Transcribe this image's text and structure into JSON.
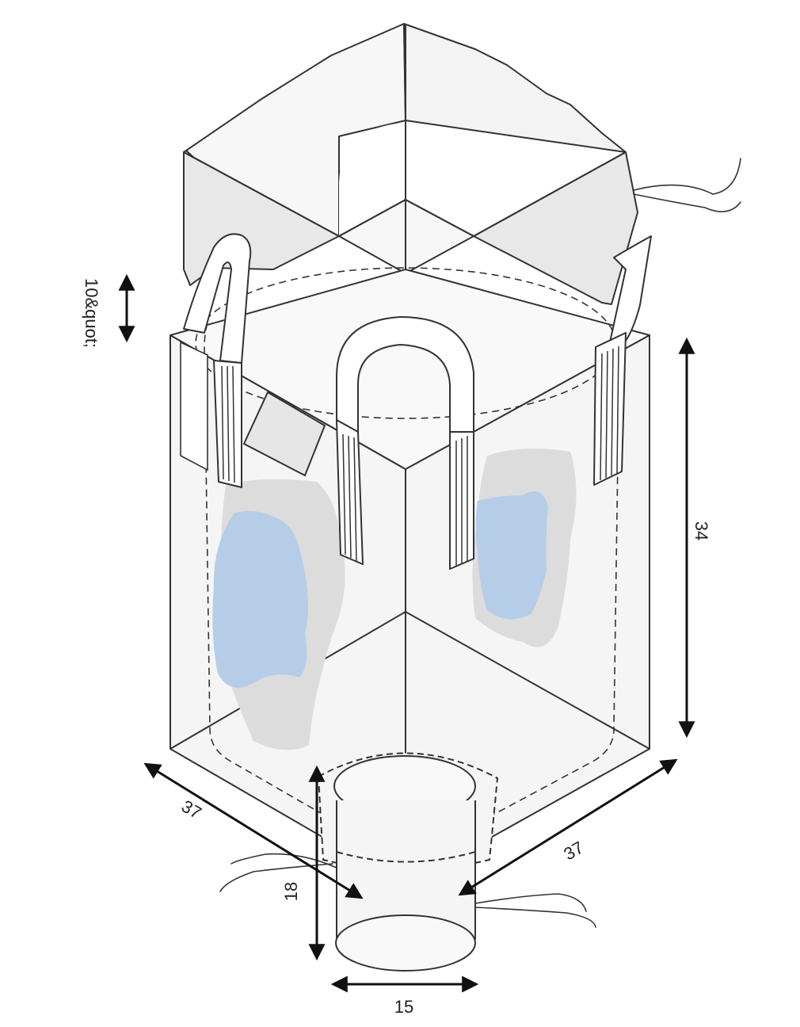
{
  "labels": {
    "top_spout_height": "10&quot;",
    "bag_height": "34",
    "bag_width_left": "37",
    "bag_width_right": "37",
    "discharge_spout_height": "18",
    "discharge_spout_diameter": "15"
  },
  "colors": {
    "outline": "#333333",
    "panel_fill": "#f5f5f5",
    "shade_fill": "#e6e6e6",
    "patch_gray": "#dcdcdc",
    "patch_blue": "#b6cde8",
    "arrow": "#111111"
  }
}
